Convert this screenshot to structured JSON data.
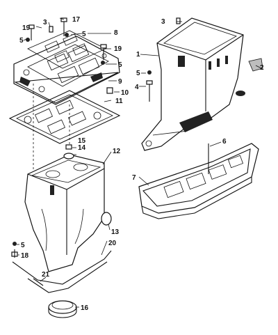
{
  "callouts": [
    {
      "id": "c1",
      "label": "1"
    },
    {
      "id": "c2",
      "label": "2"
    },
    {
      "id": "c3a",
      "label": "3"
    },
    {
      "id": "c3b",
      "label": "3"
    },
    {
      "id": "c4",
      "label": "4"
    },
    {
      "id": "c5a",
      "label": "5"
    },
    {
      "id": "c5b",
      "label": "5"
    },
    {
      "id": "c5c",
      "label": "5"
    },
    {
      "id": "c5d",
      "label": "5"
    },
    {
      "id": "c5e",
      "label": "5"
    },
    {
      "id": "c6",
      "label": "6"
    },
    {
      "id": "c7",
      "label": "7"
    },
    {
      "id": "c8",
      "label": "8"
    },
    {
      "id": "c9",
      "label": "9"
    },
    {
      "id": "c10",
      "label": "10"
    },
    {
      "id": "c11",
      "label": "11"
    },
    {
      "id": "c12",
      "label": "12"
    },
    {
      "id": "c13",
      "label": "13"
    },
    {
      "id": "c14",
      "label": "14"
    },
    {
      "id": "c15",
      "label": "15"
    },
    {
      "id": "c16",
      "label": "16"
    },
    {
      "id": "c17",
      "label": "17"
    },
    {
      "id": "c18",
      "label": "18"
    },
    {
      "id": "c19a",
      "label": "19"
    },
    {
      "id": "c19b",
      "label": "19"
    },
    {
      "id": "c20",
      "label": "20"
    },
    {
      "id": "c21",
      "label": "21"
    }
  ]
}
